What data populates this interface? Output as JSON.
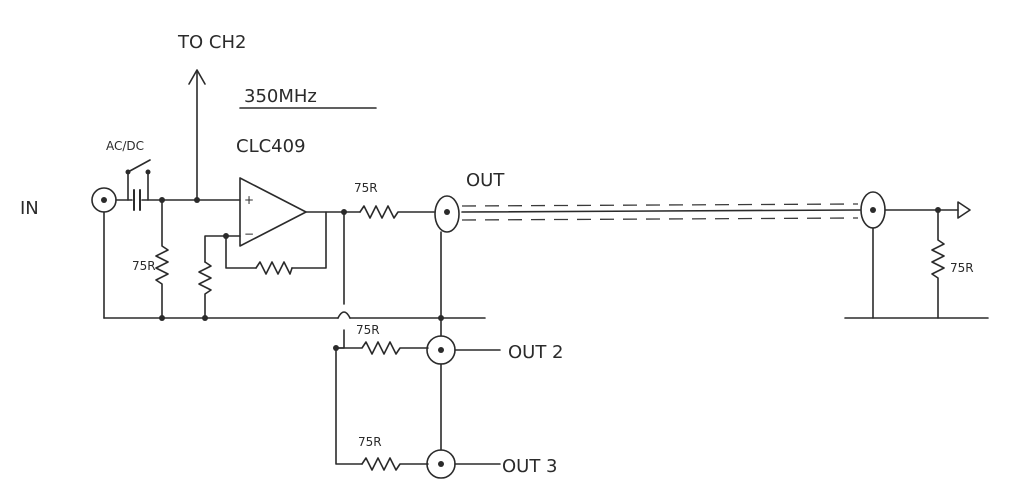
{
  "labels": {
    "input": "IN",
    "to_channel": "TO CH2",
    "bandwidth": "350MHz",
    "opamp_part": "CLC409",
    "coupling_switch": "AC/DC",
    "plus_sign": "+",
    "minus_sign": "−",
    "out_main": "OUT",
    "out_2": "OUT 2",
    "out_3": "OUT 3",
    "r_input": "75R",
    "r_series_out": "75R",
    "r_series_out2": "75R",
    "r_series_out3": "75R",
    "r_termination": "75R"
  }
}
